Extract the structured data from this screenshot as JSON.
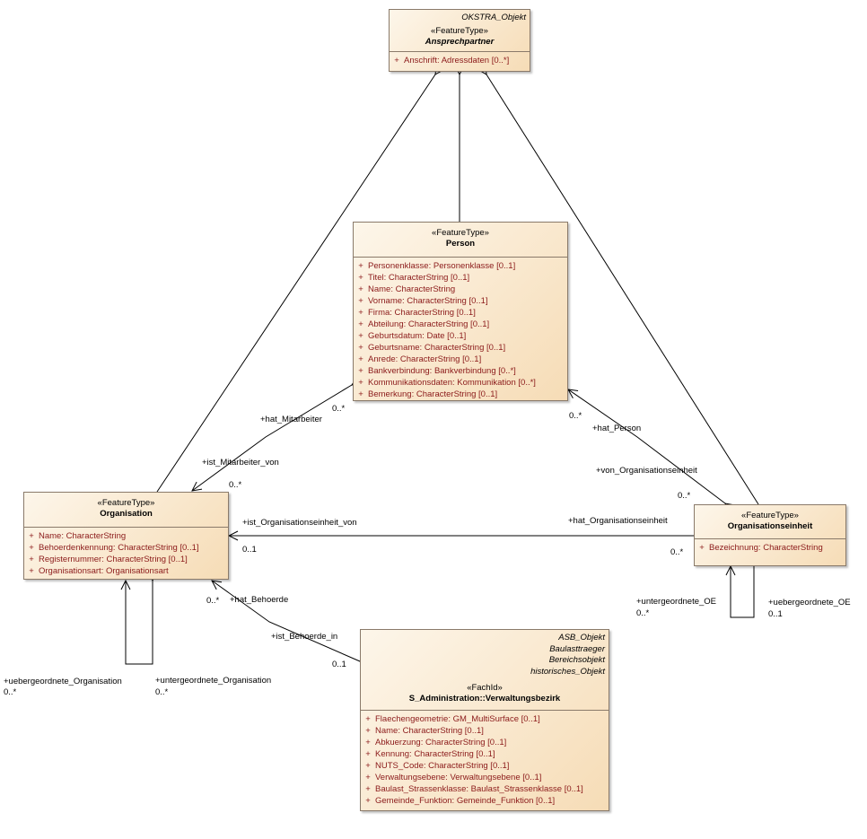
{
  "classes": {
    "ansprechpartner": {
      "tags": [
        "OKSTRA_Objekt"
      ],
      "stereotype": "«FeatureType»",
      "name": "Ansprechpartner",
      "attributes": [
        "Anschrift: Adressdaten [0..*]"
      ]
    },
    "person": {
      "stereotype": "«FeatureType»",
      "name": "Person",
      "attributes": [
        "Personenklasse: Personenklasse [0..1]",
        "Titel: CharacterString [0..1]",
        "Name: CharacterString",
        "Vorname: CharacterString [0..1]",
        "Firma: CharacterString [0..1]",
        "Abteilung: CharacterString [0..1]",
        "Geburtsdatum: Date [0..1]",
        "Geburtsname: CharacterString [0..1]",
        "Anrede: CharacterString [0..1]",
        "Bankverbindung: Bankverbindung [0..*]",
        "Kommunikationsdaten: Kommunikation [0..*]",
        "Bemerkung: CharacterString [0..1]"
      ]
    },
    "organisation": {
      "stereotype": "«FeatureType»",
      "name": "Organisation",
      "attributes": [
        "Name: CharacterString",
        "Behoerdenkennung: CharacterString [0..1]",
        "Registernummer: CharacterString [0..1]",
        "Organisationsart: Organisationsart"
      ]
    },
    "organisationseinheit": {
      "stereotype": "«FeatureType»",
      "name": "Organisationseinheit",
      "attributes": [
        "Bezeichnung: CharacterString"
      ]
    },
    "verwaltungsbezirk": {
      "tags": [
        "ASB_Objekt",
        "Baulasttraeger",
        "Bereichsobjekt",
        "historisches_Objekt"
      ],
      "stereotype": "«FachId»",
      "name": "S_Administration::Verwaltungsbezirk",
      "attributes": [
        "Flaechengeometrie: GM_MultiSurface [0..1]",
        "Name: CharacterString [0..1]",
        "Abkuerzung: CharacterString [0..1]",
        "Kennung: CharacterString [0..1]",
        "NUTS_Code: CharacterString [0..1]",
        "Verwaltungsebene: Verwaltungsebene [0..1]",
        "Baulast_Strassenklasse: Baulast_Strassenklasse [0..1]",
        "Gemeinde_Funktion: Gemeinde_Funktion [0..1]"
      ]
    }
  },
  "visibility_marker": "+",
  "labels": {
    "hat_mitarbeiter": "+hat_Mitarbeiter",
    "hat_mitarbeiter_mult": "0..*",
    "ist_mitarbeiter_von": "+ist_Mitarbeiter_von",
    "ist_mitarbeiter_von_mult": "0..*",
    "hat_person": "+hat_Person",
    "hat_person_mult": "0..*",
    "von_organisationseinheit": "+von_Organisationseinheit",
    "von_organisationseinheit_mult": "0..*",
    "ist_organisationseinheit_von": "+ist_Organisationseinheit_von",
    "ist_organisationseinheit_von_mult": "0..1",
    "hat_organisationseinheit": "+hat_Organisationseinheit",
    "hat_organisationseinheit_mult": "0..*",
    "hat_behoerde": "+hat_Behoerde",
    "hat_behoerde_mult": "0..*",
    "ist_behoerde_in": "+ist_Behoerde_in",
    "ist_behoerde_in_mult": "0..1",
    "uebergeordnete_organisation": "+uebergeordnete_Organisation",
    "uebergeordnete_organisation_mult": "0..*",
    "untergeordnete_organisation": "+untergeordnete_Organisation",
    "untergeordnete_organisation_mult": "0..*",
    "untergeordnete_oe": "+untergeordnete_OE",
    "untergeordnete_oe_mult": "0..*",
    "uebergeordnete_oe": "+uebergeordnete_OE",
    "uebergeordnete_oe_mult": "0..1"
  },
  "colors": {
    "attribute_text": "#8b1a1a",
    "class_fill": "#f6dcb6",
    "class_border": "#8a7a6a"
  }
}
